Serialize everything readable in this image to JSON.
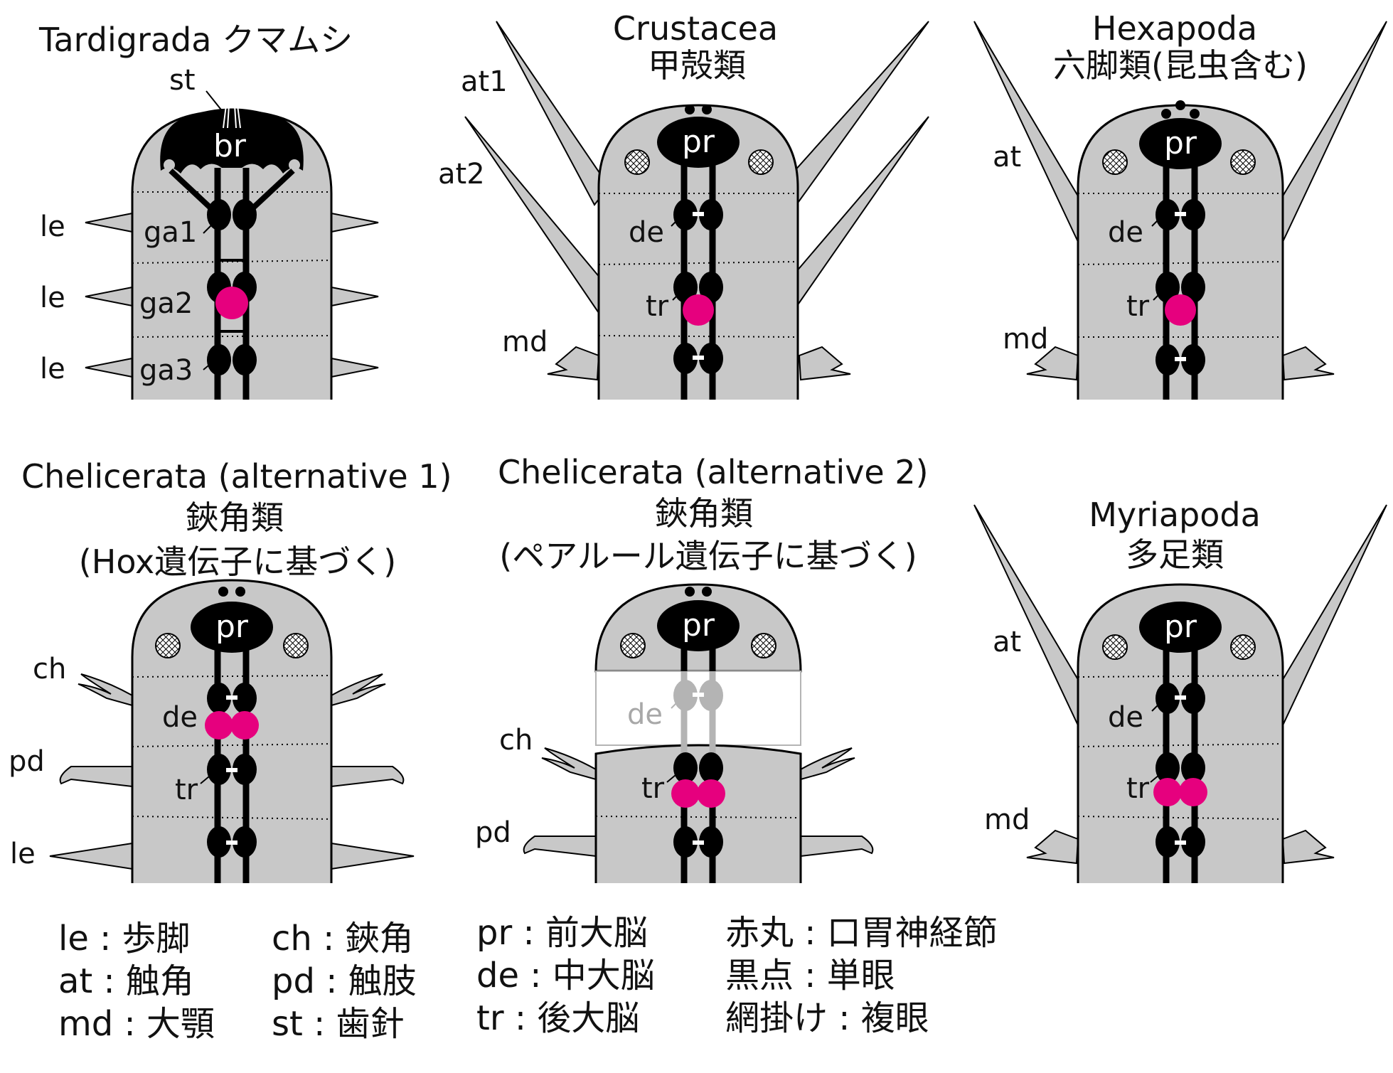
{
  "panels": {
    "tardigrada": {
      "title": "Tardigrada クマムシ",
      "labels": [
        "st",
        "br",
        "le",
        "ga1",
        "le",
        "ga2",
        "le",
        "ga3"
      ]
    },
    "crustacea": {
      "title": [
        "Crustacea",
        "甲殻類"
      ],
      "labels": [
        "at1",
        "at2",
        "pr",
        "de",
        "tr",
        "md"
      ]
    },
    "hexapoda": {
      "title": [
        "Hexapoda",
        "六脚類(昆虫含む)"
      ],
      "labels": [
        "at",
        "pr",
        "de",
        "tr",
        "md"
      ]
    },
    "chelicerata1": {
      "title": [
        "Chelicerata (alternative 1)",
        "鋏角類",
        "(Hox遺伝子に基づく)"
      ],
      "labels": [
        "ch",
        "pd",
        "le",
        "pr",
        "de",
        "tr"
      ]
    },
    "chelicerata2": {
      "title": [
        "Chelicerata (alternative 2)",
        "鋏角類",
        "(ペアルール遺伝子に基づく)"
      ],
      "labels": [
        "ch",
        "pd",
        "pr",
        "de",
        "tr"
      ]
    },
    "myriapoda": {
      "title": [
        "Myriapoda",
        "多足類"
      ],
      "labels": [
        "at",
        "md",
        "pr",
        "de",
        "tr"
      ]
    }
  },
  "legend": [
    [
      "le : 歩脚",
      "at : 触角",
      "md : 大顎"
    ],
    [
      "ch : 鋏角",
      "pd : 触肢",
      "st : 歯針"
    ],
    [
      "pr : 前大脳",
      "de : 中大脳",
      "tr : 後大脳"
    ],
    [
      "赤丸 : 口胃神経節",
      "黒点 : 単眼",
      "網掛け : 複眼"
    ]
  ],
  "colors": {
    "body": "#c8c8c8",
    "nerve": "#000000",
    "stomatogastric": "#e6007e",
    "faded": "#b4b4b4"
  }
}
